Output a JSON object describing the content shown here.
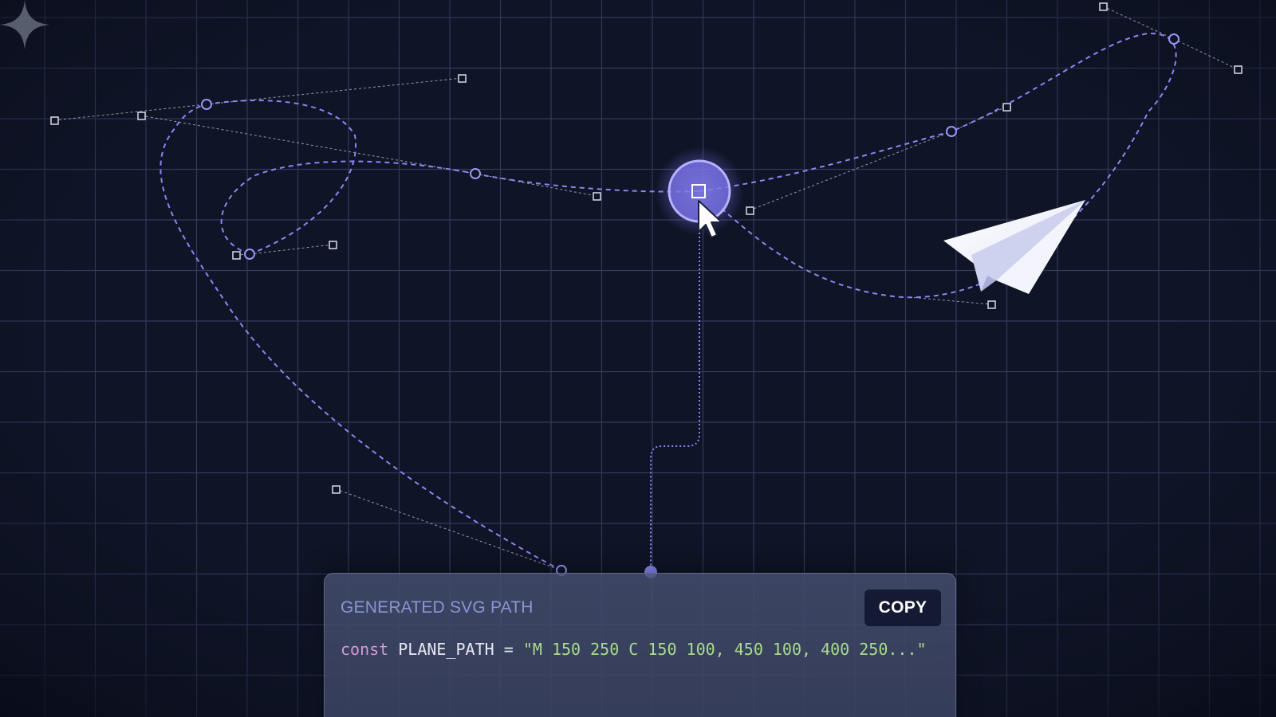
{
  "colors": {
    "background": "#0f1426",
    "grid": "#333b5c",
    "accent": "#8a86f2",
    "guide": "#c3c7da",
    "panel_title": "#8b95d6",
    "code_keyword": "#d49ad8",
    "code_string": "#a9dc8e"
  },
  "icons": {
    "cursor": "arrow-cursor-icon",
    "plane": "paper-plane-icon",
    "sparkle": "sparkle-icon"
  },
  "panel": {
    "title": "GENERATED SVG PATH",
    "copy_label": "COPY",
    "code": {
      "keyword": "const",
      "identifier": "PLANE_PATH",
      "operator": "=",
      "string": "\"M 150 250 C 150 100, 450 100, 400 250...\""
    }
  }
}
